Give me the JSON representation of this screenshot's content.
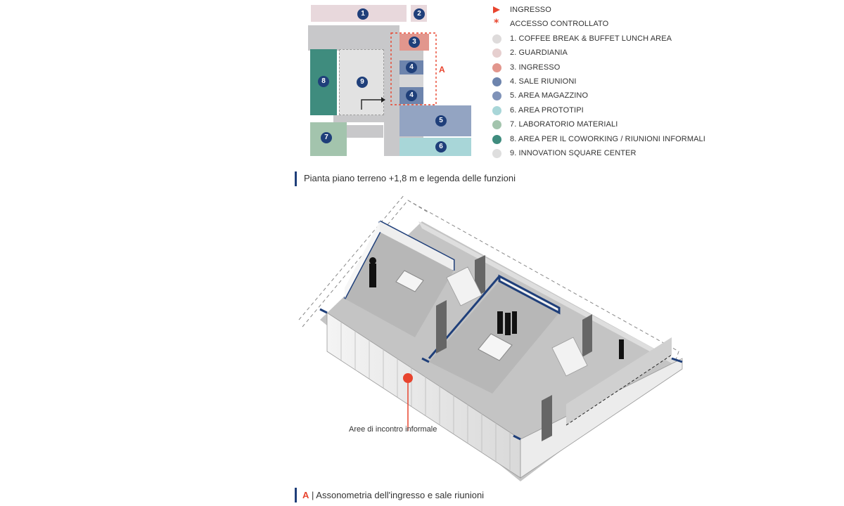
{
  "plan": {
    "rooms": [
      {
        "id": "r1",
        "label": "1",
        "color": "#e8d8dc"
      },
      {
        "id": "r2",
        "label": "2",
        "color": "#e8d8dc"
      },
      {
        "id": "r3",
        "label": "3",
        "color": "#e2968d"
      },
      {
        "id": "r4a",
        "label": "4",
        "color": "#6d84ad"
      },
      {
        "id": "r4b",
        "label": "4",
        "color": "#6d84ad"
      },
      {
        "id": "r5",
        "label": "5",
        "color": "#93a4c2"
      },
      {
        "id": "r6",
        "label": "6",
        "color": "#a8d6d8"
      },
      {
        "id": "r7",
        "label": "7",
        "color": "#a3c4ad"
      },
      {
        "id": "r8",
        "label": "8",
        "color": "#3f8c7e"
      },
      {
        "id": "r9",
        "label": "9",
        "color": "#e2e2e2"
      }
    ],
    "zone_label": "A"
  },
  "legend": {
    "entrance": "INGRESSO",
    "controlled": "ACCESSO CONTROLLATO",
    "items": [
      {
        "label": "1. COFFEE BREAK & BUFFET LUNCH AREA",
        "color": "#dedbdb"
      },
      {
        "label": "2. GUARDIANIA",
        "color": "#e6cfcf"
      },
      {
        "label": "3. INGRESSO",
        "color": "#e2968d"
      },
      {
        "label": "4. SALE RIUNIONI",
        "color": "#6d84ad"
      },
      {
        "label": "5. AREA MAGAZZINO",
        "color": "#7f92b8"
      },
      {
        "label": "6. AREA PROTOTIPI",
        "color": "#a8d6d8"
      },
      {
        "label": "7. LABORATORIO MATERIALI",
        "color": "#a3c4ad"
      },
      {
        "label": "8. AREA PER IL COWORKING / RIUNIONI INFORMALI",
        "color": "#3f8c7e"
      },
      {
        "label": "9. INNOVATION SQUARE CENTER",
        "color": "#dedede"
      }
    ],
    "accent": "#e8442e",
    "navy": "#1f3f7a"
  },
  "captions": {
    "plan": "Pianta piano terreno +1,8 m e legenda delle funzioni",
    "axo_letter": "A",
    "axo": "| Assonometria dell'ingresso e sale riunioni"
  },
  "axo": {
    "callout": "Aree di incontro informale"
  }
}
